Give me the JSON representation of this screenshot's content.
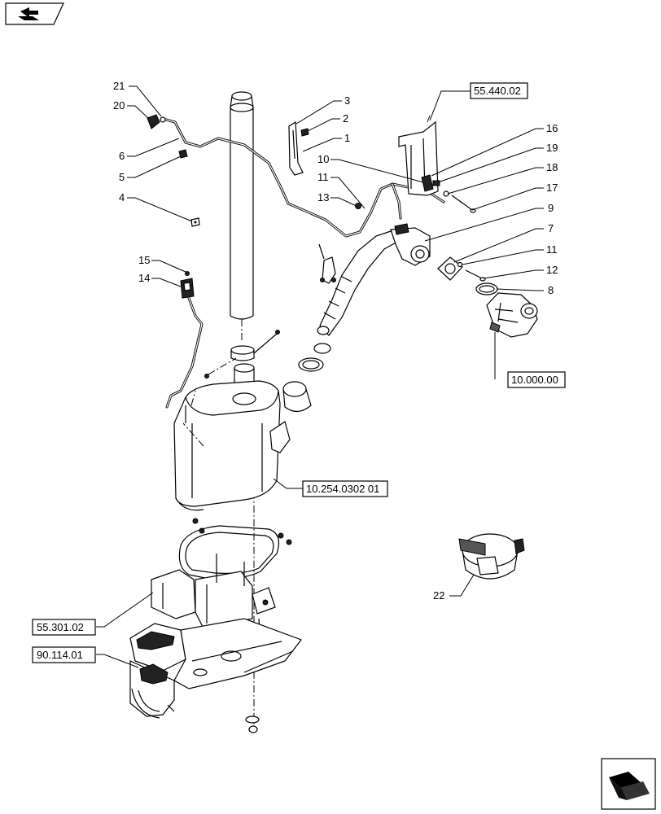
{
  "callouts": [
    "21",
    "20",
    "6",
    "5",
    "4",
    "15",
    "14",
    "3",
    "2",
    "1",
    "10",
    "11",
    "13",
    "16",
    "19",
    "18",
    "17",
    "9",
    "7",
    "11",
    "12",
    "8",
    "22"
  ],
  "references": {
    "ref_55_440_02": "55.440.02",
    "ref_10_000_00": "10.000.00",
    "ref_10_254": "10.254.0302 01",
    "ref_55_301_02": "55.301.02",
    "ref_90_114_01": "90.114.01"
  },
  "icons": {
    "top_left": "book-arrow-icon",
    "bottom_right": "next-page-arrow-icon"
  }
}
